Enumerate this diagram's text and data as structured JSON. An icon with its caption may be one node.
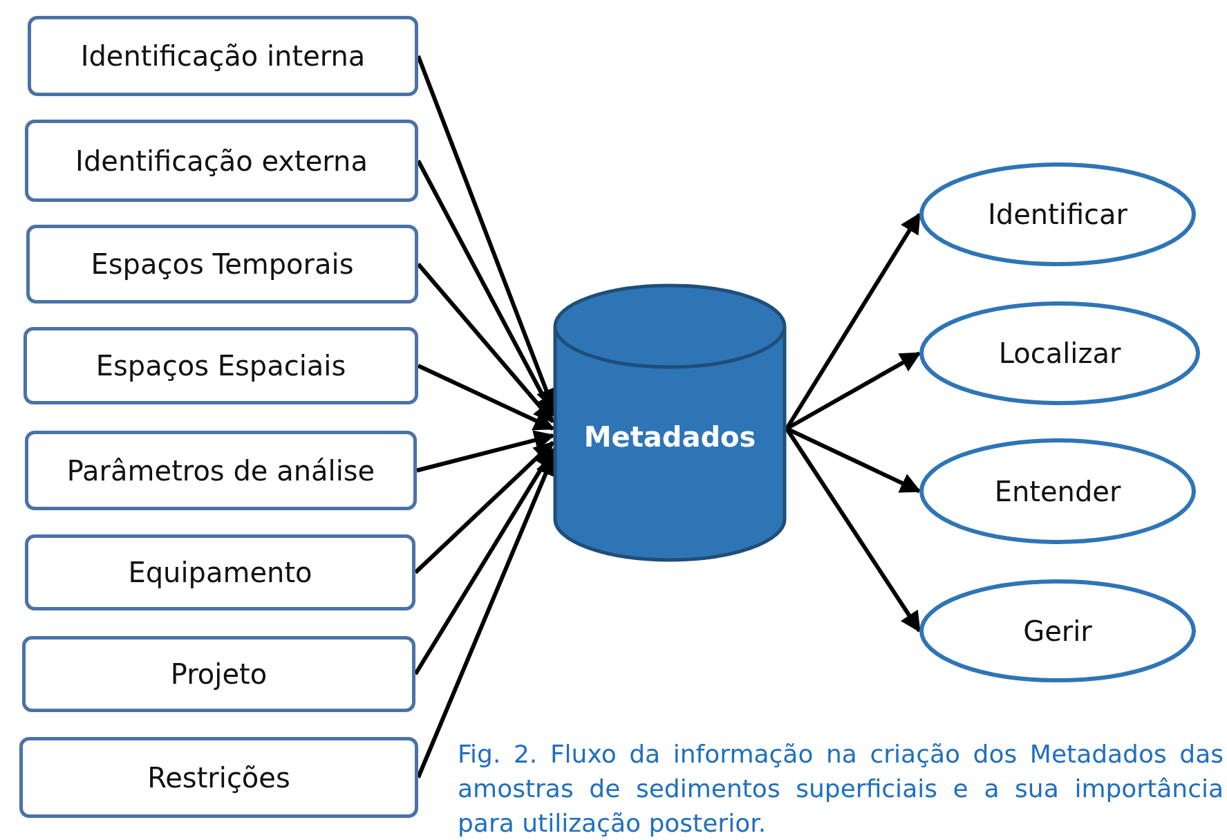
{
  "diagram": {
    "caption": "Fig. 2. Fluxo da informação na criação dos Metadados das amostras de sedimentos superficiais e a sua importância para utilização posterior.",
    "nodes": [
      {
        "text": [
          "Identificação interna"
        ]
      },
      {
        "text": [
          "Identificação externa"
        ]
      },
      {
        "text": [
          "Espaços Temporais"
        ]
      },
      {
        "text": [
          "Espaços Espaciais"
        ]
      },
      {
        "text": [
          "Parâmetros de análise"
        ]
      },
      {
        "text": [
          "Equipamento"
        ]
      },
      {
        "text": [
          "Projeto"
        ]
      },
      {
        "text": [
          "Restrições"
        ]
      },
      {
        "text": [
          "Metadados"
        ]
      },
      {
        "text": [
          "Identificar"
        ]
      },
      {
        "text": [
          "Localizar"
        ]
      },
      {
        "text": [
          "Entender"
        ]
      },
      {
        "text": [
          "Gerir"
        ]
      }
    ],
    "edges": [
      {
        "from": 0,
        "to": 8,
        "arrow": "to"
      },
      {
        "from": 1,
        "to": 8,
        "arrow": "to"
      },
      {
        "from": 2,
        "to": 8,
        "arrow": "to"
      },
      {
        "from": 3,
        "to": 8,
        "arrow": "to"
      },
      {
        "from": 4,
        "to": 8,
        "arrow": "to"
      },
      {
        "from": 5,
        "to": 8,
        "arrow": "to"
      },
      {
        "from": 6,
        "to": 8,
        "arrow": "to"
      },
      {
        "from": 7,
        "to": 8,
        "arrow": "to"
      },
      {
        "from": 8,
        "to": 9,
        "arrow": "to"
      },
      {
        "from": 8,
        "to": 10,
        "arrow": "to"
      },
      {
        "from": 8,
        "to": 11,
        "arrow": "to"
      },
      {
        "from": 8,
        "to": 12,
        "arrow": "to"
      }
    ]
  }
}
